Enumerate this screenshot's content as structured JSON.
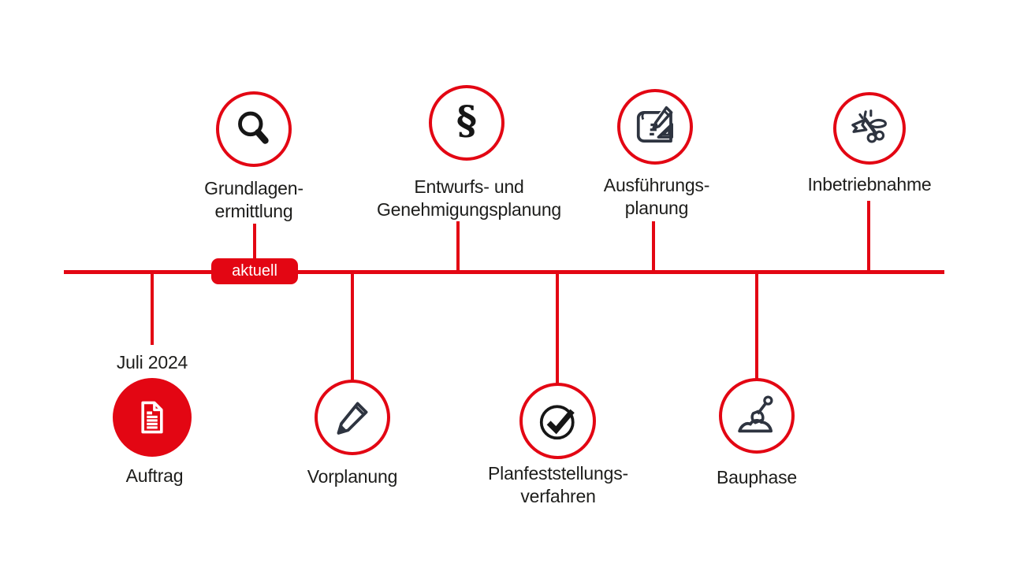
{
  "colors": {
    "accent_red": "#e30613",
    "icon_dark": "#2e3440",
    "icon_black": "#161616",
    "text": "#1d1d1b",
    "white": "#ffffff"
  },
  "timeline": {
    "badge_label": "aktuell",
    "start_date_label": "Juli 2024",
    "paragraph_symbol": "§",
    "phases": [
      {
        "id": "auftrag",
        "side": "bottom",
        "icon": "document-icon",
        "style": "filled",
        "label_lines": [
          "Auftrag"
        ]
      },
      {
        "id": "grundlagenermittlung",
        "side": "top",
        "icon": "magnifier-icon",
        "label_lines": [
          "Grundlagen-",
          "ermittlung"
        ]
      },
      {
        "id": "vorplanung",
        "side": "bottom",
        "icon": "pencil-icon",
        "label_lines": [
          "Vorplanung"
        ]
      },
      {
        "id": "entwurfs-und-genehmigungsplanung",
        "side": "top",
        "icon": "paragraph-icon",
        "label_lines": [
          "Entwurfs- und",
          "Genehmigungsplanung"
        ]
      },
      {
        "id": "planfeststellungsverfahren",
        "side": "bottom",
        "icon": "checkmark-icon",
        "label_lines": [
          "Planfeststellungs-",
          "verfahren"
        ]
      },
      {
        "id": "ausfuehrungsplanung",
        "side": "top",
        "icon": "blueprint-icon",
        "label_lines": [
          "Ausführungs-",
          "planung"
        ]
      },
      {
        "id": "bauphase",
        "side": "bottom",
        "icon": "shovel-icon",
        "label_lines": [
          "Bauphase"
        ]
      },
      {
        "id": "inbetriebnahme",
        "side": "top",
        "icon": "ribbon-cutting-icon",
        "label_lines": [
          "Inbetriebnahme"
        ]
      }
    ]
  }
}
